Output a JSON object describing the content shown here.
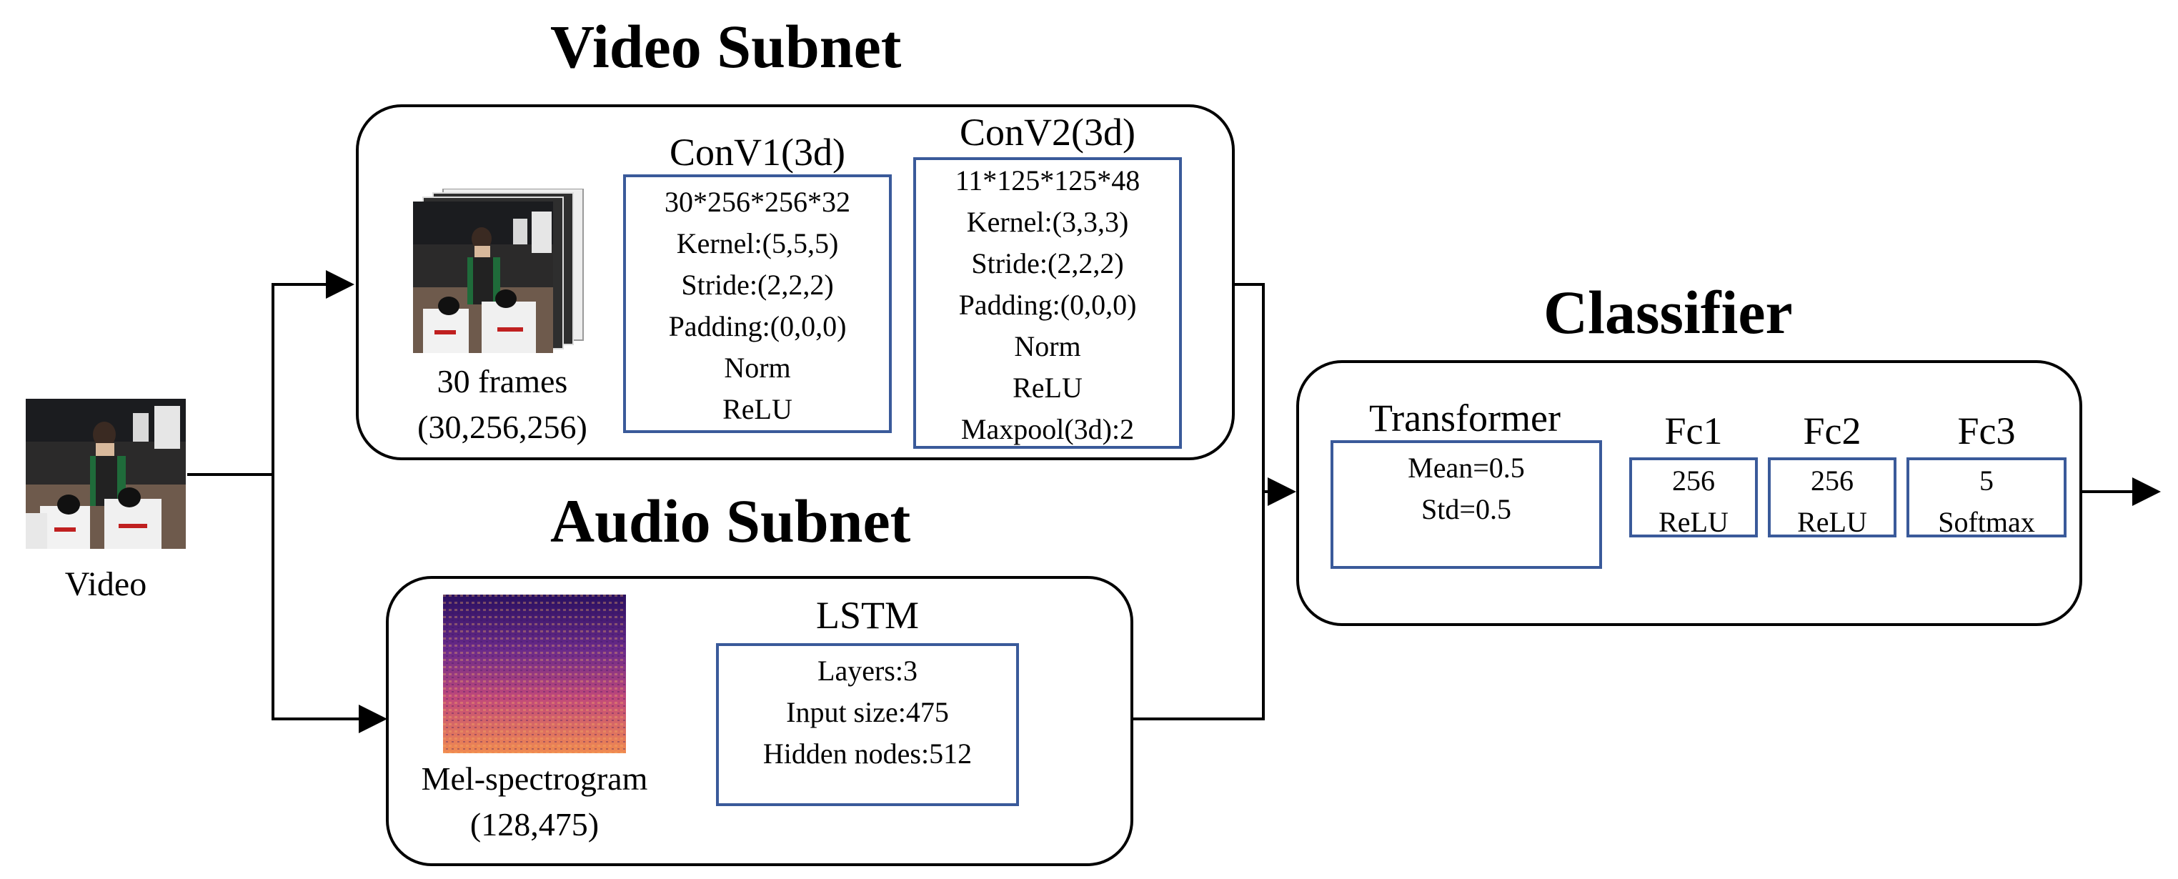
{
  "titles": {
    "video_subnet": "Video Subnet",
    "audio_subnet": "Audio Subnet",
    "classifier": "Classifier"
  },
  "input": {
    "label": "Video"
  },
  "video_subnet": {
    "frames_caption": [
      "30 frames",
      "(30,256,256)"
    ],
    "convs": [
      {
        "name": "ConV1(3d)",
        "lines": [
          "30*256*256*32",
          "Kernel:(5,5,5)",
          "Stride:(2,2,2)",
          "Padding:(0,0,0)",
          "Norm",
          "ReLU"
        ]
      },
      {
        "name": "ConV2(3d)",
        "lines": [
          "11*125*125*48",
          "Kernel:(3,3,3)",
          "Stride:(2,2,2)",
          "Padding:(0,0,0)",
          "Norm",
          "ReLU",
          "Maxpool(3d):2"
        ]
      }
    ]
  },
  "audio_subnet": {
    "spectrogram_caption": [
      "Mel-spectrogram",
      "(128,475)"
    ],
    "lstm": {
      "name": "LSTM",
      "lines": [
        "Layers:3",
        "Input size:475",
        "Hidden nodes:512"
      ]
    }
  },
  "classifier": {
    "transformer": {
      "name": "Transformer",
      "lines": [
        "Mean=0.5",
        "Std=0.5"
      ]
    },
    "fc": [
      {
        "name": "Fc1",
        "lines": [
          "256",
          "ReLU"
        ]
      },
      {
        "name": "Fc2",
        "lines": [
          "256",
          "ReLU"
        ]
      },
      {
        "name": "Fc3",
        "lines": [
          "5",
          "Softmax"
        ]
      }
    ]
  },
  "colors": {
    "box_border": "#3a5a9a",
    "panel_border": "#000000"
  }
}
